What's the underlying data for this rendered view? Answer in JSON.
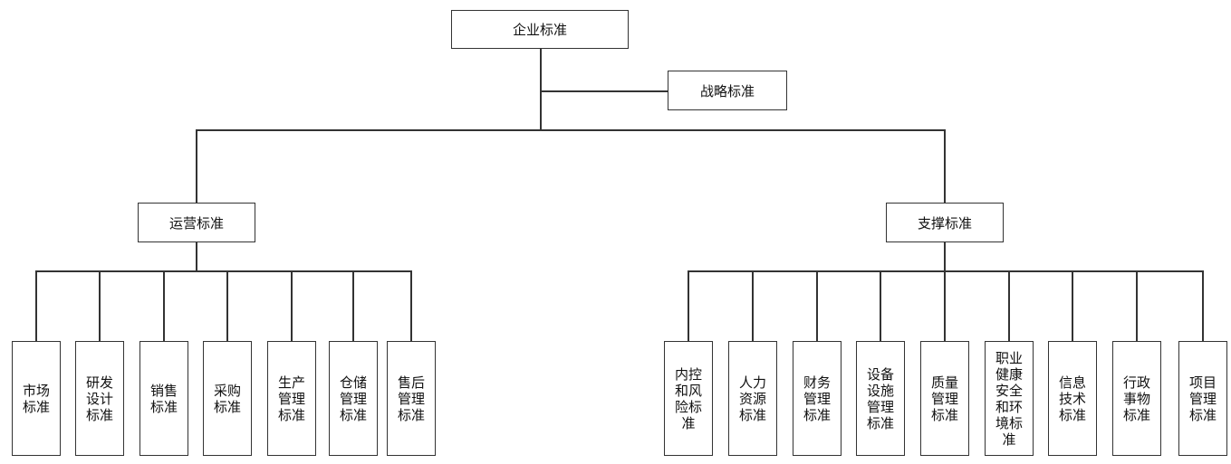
{
  "root": {
    "label": "企业标准"
  },
  "strategy": {
    "label": "战略标准"
  },
  "operations": {
    "label": "运营标准",
    "children": [
      "市场标准",
      "研发设计标准",
      "销售标准",
      "采购标准",
      "生产管理标准",
      "仓储管理标准",
      "售后管理标准"
    ]
  },
  "support": {
    "label": "支撑标准",
    "children": [
      "内控和风险标准",
      "人力资源标准",
      "财务管理标准",
      "设备设施管理标准",
      "质量管理标准",
      "职业健康安全和环境标准",
      "信息技术标准",
      "行政事物标准",
      "项目管理标准"
    ]
  },
  "colors": {
    "line": "#333333",
    "box_border": "#333333",
    "background": "#ffffff"
  }
}
